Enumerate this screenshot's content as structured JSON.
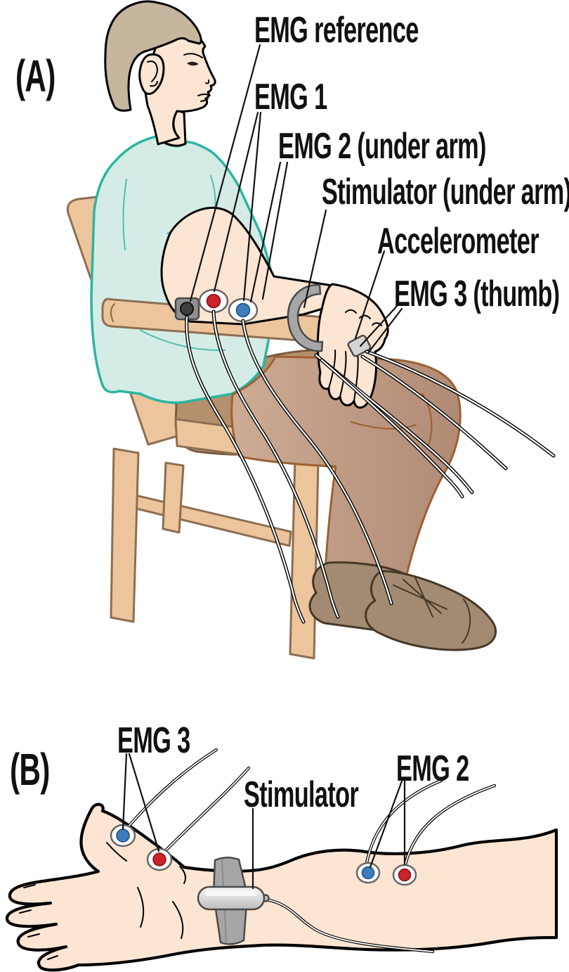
{
  "panel_a": {
    "label": "(A)",
    "annotations": [
      {
        "text": "EMG reference",
        "target": "square-reference-electrode-near-elbow"
      },
      {
        "text": "EMG 1",
        "target": "red-and-blue-electrode-pair-on-forearm"
      },
      {
        "text": "EMG 2 (under arm)",
        "target": "electrode-pair-under-forearm"
      },
      {
        "text": "Stimulator (under arm)",
        "target": "stimulator-under-wrist"
      },
      {
        "text": "Accelerometer",
        "target": "device-on-back-of-hand"
      },
      {
        "text": "EMG 3 (thumb)",
        "target": "thumb-electrodes"
      }
    ]
  },
  "panel_b": {
    "label": "(B)",
    "annotations": [
      {
        "text": "EMG 3",
        "target": "blue-and-red-electrodes-on-thumb"
      },
      {
        "text": "Stimulator",
        "target": "capsule-device-on-wrist-strap"
      },
      {
        "text": "EMG 2",
        "target": "blue-and-red-electrodes-on-forearm"
      }
    ]
  },
  "colors": {
    "skin": "#FCE5D3",
    "skin_outline": "#000000",
    "shirt": "#D5ECE6",
    "shirt_outline": "#2BB5A0",
    "hair": "#C5B69D",
    "chair": "#EDC59C",
    "chair_outline": "#8D6E52",
    "seat_cushion": "#B5906C",
    "seat_cushion_outline": "#7B5B3F",
    "pants": "#C4A08A",
    "pants_outline": "#9C6133",
    "shoes": "#A28B72",
    "shoes_outline": "#463828",
    "electrode_red": "#CC2229",
    "electrode_blue": "#3B7DBD",
    "electrode_ring": "#666666",
    "band_gray": "#A6A6A6",
    "device_gray": "#D4D4D4",
    "device_outline": "#4A4A4A",
    "line": "#111111",
    "bg": "#FFFFFF"
  }
}
